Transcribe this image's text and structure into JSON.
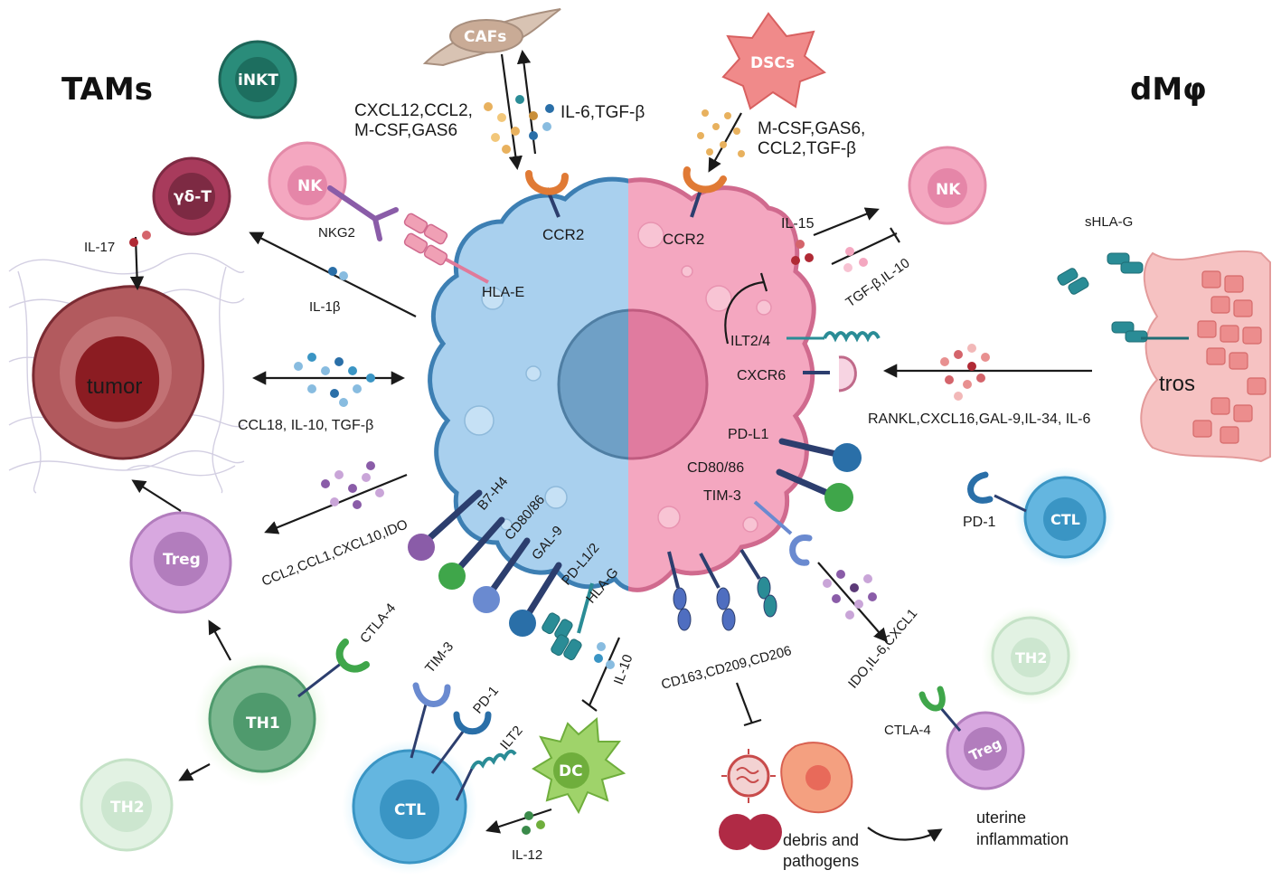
{
  "titles": {
    "left": "TAMs",
    "right": "dMφ"
  },
  "colors": {
    "tam_blue": "#a9d0ee",
    "tam_border": "#3d7fb3",
    "dm_pink": "#f4a7c0",
    "dm_border": "#d06a8e",
    "nucleus_left": "#6fa0c6",
    "nucleus_right": "#e07b9f",
    "ccr2_orange": "#e07a35",
    "receptor_navy": "#2c3e6e",
    "receptor_teal": "#2a8c96"
  },
  "cells": {
    "cafs": "CAFs",
    "dscs": "DSCs",
    "inkt": "iNKT",
    "gd_t": "γδ-T",
    "nk_left": "NK",
    "nk_right": "NK",
    "tumor": "tumor",
    "treg_left": "Treg",
    "th1": "TH1",
    "th2_left": "TH2",
    "ctl_bottom": "CTL",
    "dc": "DC",
    "ctl_right": "CTL",
    "th2_right": "TH2",
    "treg_right": "Treg",
    "tros": "tros"
  },
  "labels": {
    "cxcl12_line1": "CXCL12,CCL2,",
    "cxcl12_line2": "M-CSF,GAS6",
    "il6_tgfb": "IL-6,TGF-β",
    "mcsf_line1": "M-CSF,GAS6,",
    "mcsf_line2": "CCL2,TGF-β",
    "ccr2_left": "CCR2",
    "ccr2_right": "CCR2",
    "nkg2": "NKG2",
    "hla_e": "HLA-E",
    "il17": "IL-17",
    "il1b": "IL-1β",
    "ccl18": "CCL18, IL-10, TGF-β",
    "ccl2_ido": "CCL2,CCL1,CXCL10,IDO",
    "b7h4": "B7-H4",
    "cd80_86_left": "CD80/86",
    "gal9": "GAL-9",
    "pdl1_2": "PD-L1/2",
    "hla_g": "HLA-G",
    "ctla4_left": "CTLA-4",
    "tim3_bottom": "TIM-3",
    "pd1_bottom": "PD-1",
    "ilt2": "ILT2",
    "il10": "IL-10",
    "il12": "IL-12",
    "il15": "IL-15",
    "tgfb_il10": "TGF-β,IL-10",
    "shla_g": "sHLA-G",
    "ilt2_4": "ILT2/4",
    "cxcr6": "CXCR6",
    "rankl": "RANKL,CXCL16,GAL-9,IL-34, IL-6",
    "pdl1": "PD-L1",
    "cd80_86_right": "CD80/86",
    "tim3_right": "TIM-3",
    "pd1_right": "PD-1",
    "cd163": "CD163,CD209,CD206",
    "ido_il6": "IDO,IL-6,CXCL1",
    "ctla4_right": "CTLA-4",
    "debris_line1": "debris and",
    "debris_line2": "pathogens",
    "uterine_line1": "uterine",
    "uterine_line2": "inflammation"
  }
}
